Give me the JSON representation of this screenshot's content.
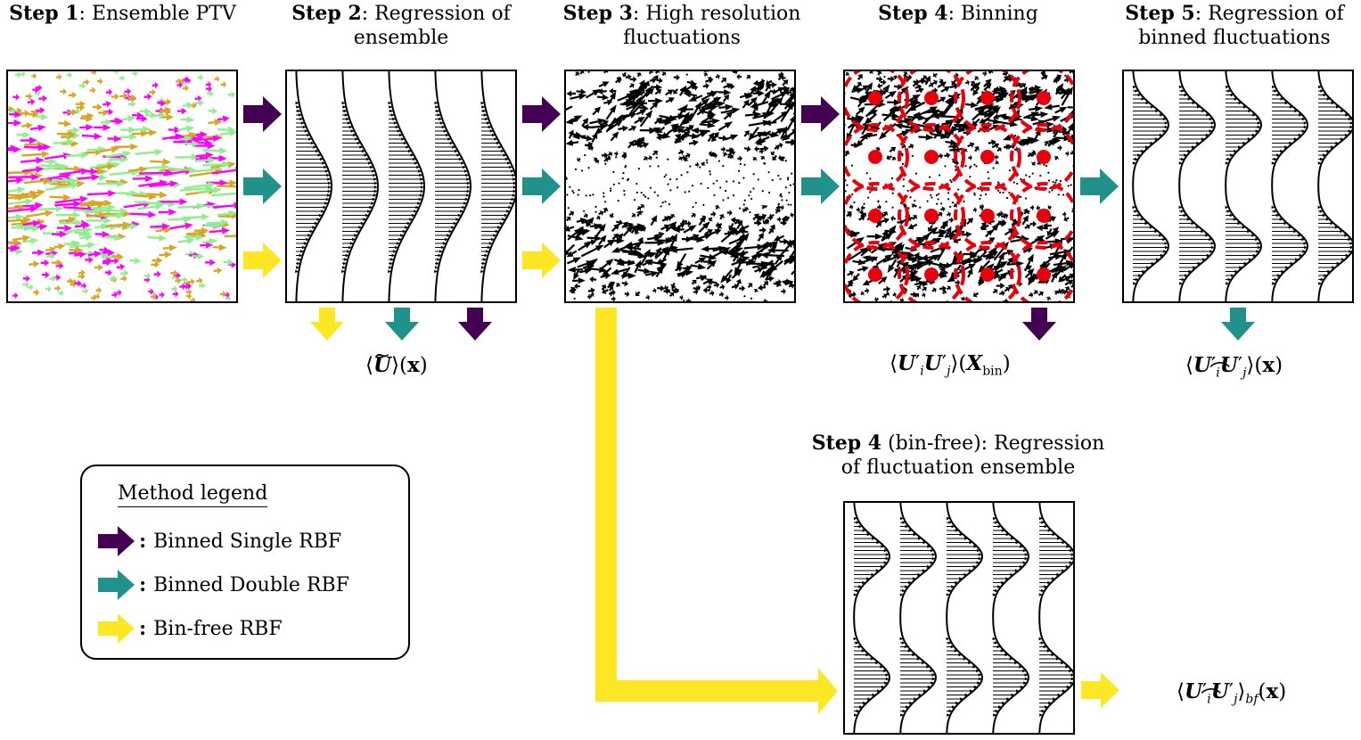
{
  "colors": {
    "purple": "#440154",
    "teal": "#21918c",
    "yellow": "#fde725",
    "red": "#e8000b",
    "magenta": "#ff00ff",
    "lightgreen": "#90ee90",
    "gold": "#daa520"
  },
  "steps": [
    {
      "bold": "Step 1",
      "rest": ": Ensemble PTV",
      "line2": ""
    },
    {
      "bold": "Step 2",
      "rest": ": Regression of",
      "line2": "ensemble"
    },
    {
      "bold": "Step 3",
      "rest": ": High resolution",
      "line2": "fluctuations"
    },
    {
      "bold": "Step 4",
      "rest": ": Binning",
      "line2": ""
    },
    {
      "bold": "Step 5",
      "rest": ": Regression of",
      "line2": "binned fluctuations"
    },
    {
      "bold": "Step 4",
      "rest": " (bin-free): Regression",
      "line2": "of fluctuation ensemble"
    }
  ],
  "formulas": {
    "mean": "⟨U͠⟩(x)",
    "binned": "⟨U′ᵢU′ⱼ⟩(X_bin)",
    "binned_regressed": "⟨U′ᵢU′ⱼ͠⟩(x)",
    "binfree": "⟨U′ᵢU′ⱼ͠⟩_bf(x)"
  },
  "legend": {
    "title": "Method legend",
    "items": [
      {
        "label": "Binned Single RBF",
        "color": "purple"
      },
      {
        "label": "Binned Double RBF",
        "color": "teal"
      },
      {
        "label": "Bin-free RBF",
        "color": "yellow"
      }
    ],
    "colon": ":"
  }
}
